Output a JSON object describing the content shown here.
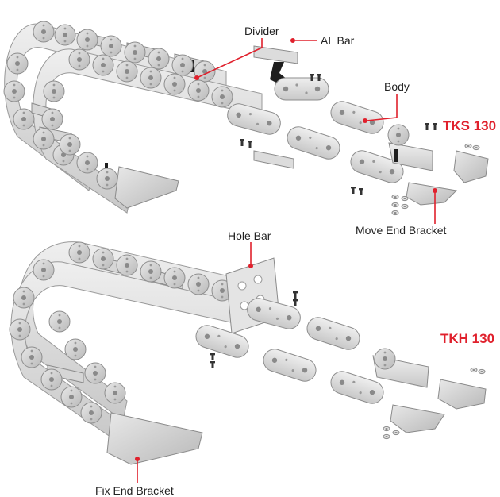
{
  "accent_color": "#e0202c",
  "diagrams": [
    {
      "model": "TKS 130",
      "labels": {
        "divider": "Divider",
        "al_bar": "AL Bar",
        "body": "Body",
        "move_end_bracket": "Move End Bracket"
      }
    },
    {
      "model": "TKH 130",
      "labels": {
        "hole_bar": "Hole Bar",
        "fix_end_bracket": "Fix End Bracket"
      }
    }
  ]
}
